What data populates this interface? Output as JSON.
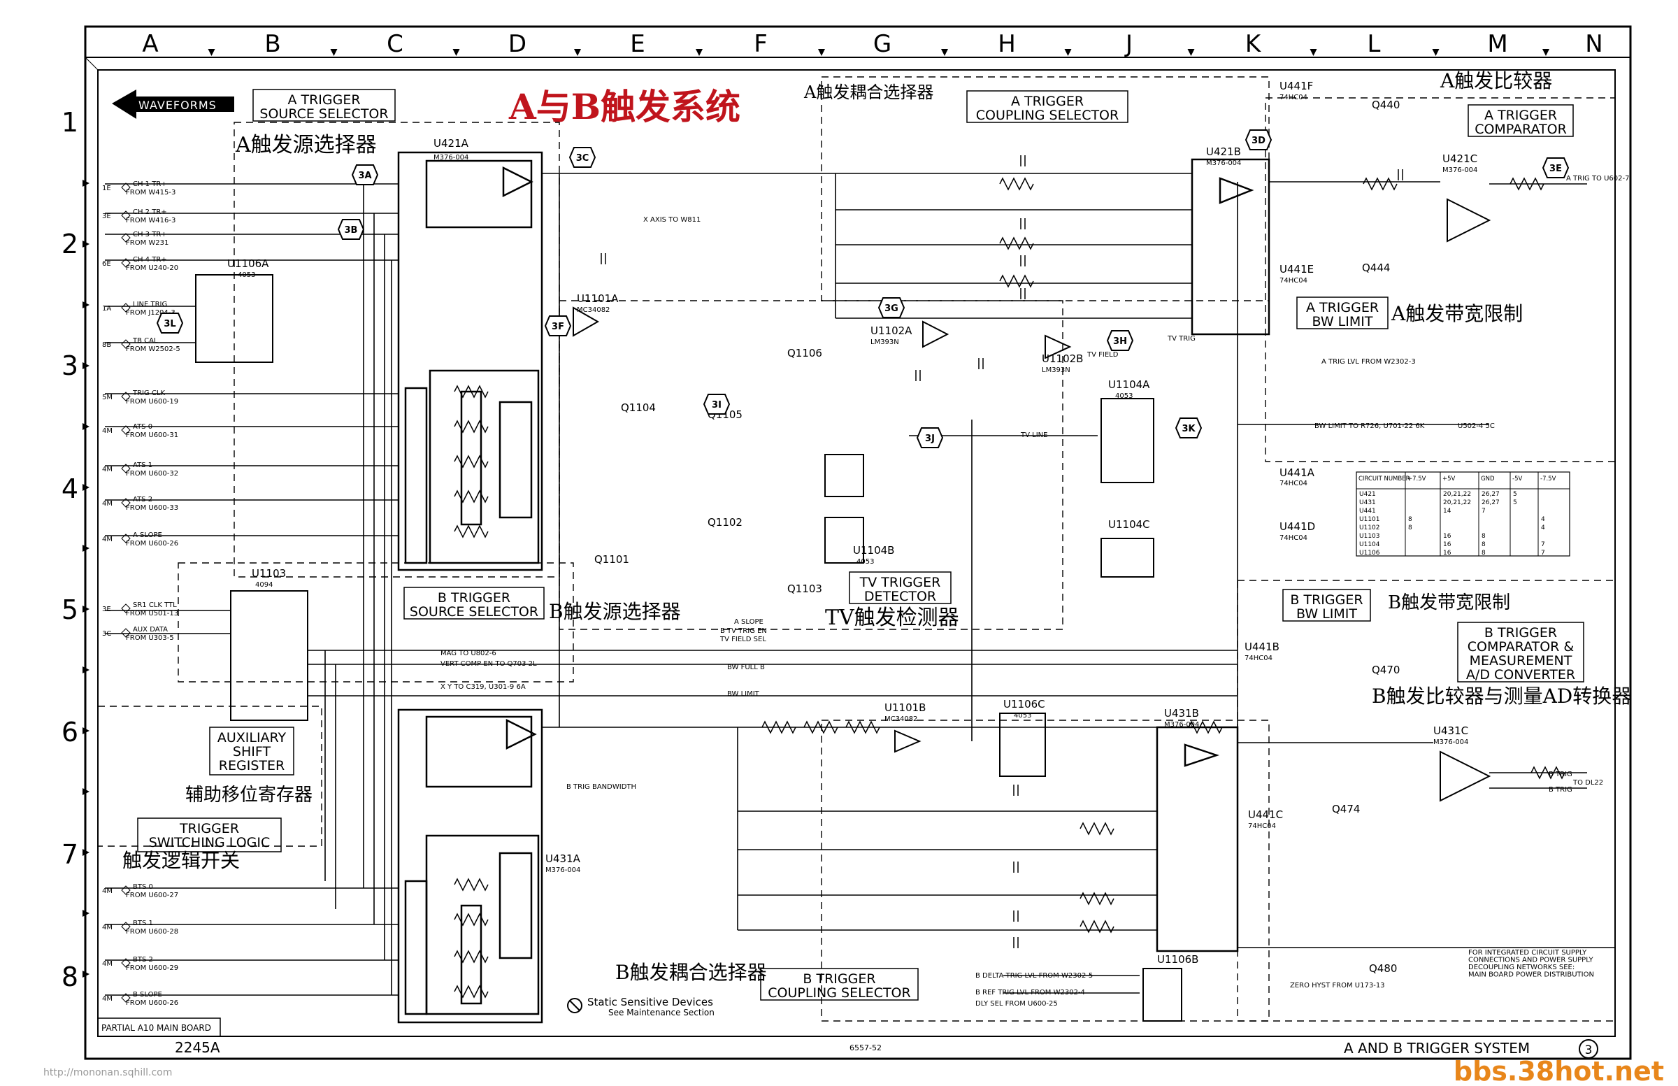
{
  "title_cn": "A与B触发系统",
  "columns": [
    "A",
    "B",
    "C",
    "D",
    "E",
    "F",
    "G",
    "H",
    "J",
    "K",
    "L",
    "M",
    "N"
  ],
  "rows": [
    "1",
    "2",
    "3",
    "4",
    "5",
    "6",
    "7",
    "8"
  ],
  "waveforms_label": "WAVEFORMS",
  "sections": {
    "a_source": {
      "en": "A TRIGGER\nSOURCE SELECTOR",
      "cn": "A触发源选择器"
    },
    "a_coupling": {
      "en": "A TRIGGER\nCOUPLING SELECTOR",
      "cn": "A触发耦合选择器"
    },
    "a_comparator": {
      "en": "A TRIGGER\nCOMPARATOR",
      "cn": "A触发比较器"
    },
    "a_bw": {
      "en": "A TRIGGER\nBW LIMIT",
      "cn": "A触发带宽限制"
    },
    "b_source": {
      "en": "B TRIGGER\nSOURCE SELECTOR",
      "cn": "B触发源选择器"
    },
    "tv_detector": {
      "en": "TV TRIGGER\nDETECTOR",
      "cn": "TV触发检测器"
    },
    "b_bw": {
      "en": "B TRIGGER\nBW LIMIT",
      "cn": "B触发带宽限制"
    },
    "b_comparator": {
      "en": "B TRIGGER\nCOMPARATOR &\nMEASUREMENT\nA/D CONVERTER",
      "cn": "B触发比较器与测量AD转换器"
    },
    "aux_shift": {
      "en": "AUXILIARY\nSHIFT\nREGISTER",
      "cn": "辅助移位寄存器"
    },
    "switching_logic": {
      "en": "TRIGGER\nSWITCHING LOGIC",
      "cn": "触发逻辑开关"
    },
    "b_coupling": {
      "en": "B TRIGGER\nCOUPLING SELECTOR",
      "cn": "B触发耦合选择器"
    }
  },
  "left_inputs": [
    {
      "pin": "1E",
      "label": "CH 1 TR+",
      "from": "FROM W415-3"
    },
    {
      "pin": "3E",
      "label": "CH 2 TR+",
      "from": "FROM W416-3"
    },
    {
      "pin": "",
      "label": "CH 3 TR+",
      "from": "FROM W231"
    },
    {
      "pin": "6E",
      "label": "CH 4 TR+",
      "from": "FROM U240-20"
    },
    {
      "pin": "1A",
      "label": "LINE TRIG",
      "from": "FROM J1204-3"
    },
    {
      "pin": "8B",
      "label": "TB CAL",
      "from": "FROM W2502-5"
    },
    {
      "pin": "5M",
      "label": "TRIG CLK",
      "from": "FROM U600-19"
    },
    {
      "pin": "4M",
      "label": "ATS 0",
      "from": "FROM U600-31"
    },
    {
      "pin": "4M",
      "label": "ATS 1",
      "from": "FROM U600-32"
    },
    {
      "pin": "4M",
      "label": "ATS 2",
      "from": "FROM U600-33"
    },
    {
      "pin": "4M",
      "label": "A SLOPE",
      "from": "FROM U600-26"
    },
    {
      "pin": "3E",
      "label": "SR1 CLK TTL",
      "from": "FROM U501-13"
    },
    {
      "pin": "3C",
      "label": "AUX DATA",
      "from": "FROM U303-5"
    },
    {
      "pin": "4M",
      "label": "BTS 0",
      "from": "FROM U600-27"
    },
    {
      "pin": "4M",
      "label": "BTS 1",
      "from": "FROM U600-28"
    },
    {
      "pin": "4M",
      "label": "BTS 2",
      "from": "FROM U600-29"
    },
    {
      "pin": "4M",
      "label": "B SLOPE",
      "from": "FROM U600-26"
    }
  ],
  "refs": [
    "U421A",
    "U421B",
    "U421C",
    "U431A",
    "U431B",
    "U431C",
    "U1101A",
    "U1101B",
    "U1102A",
    "U1102B",
    "U1103",
    "U1104A",
    "U1104B",
    "U1104C",
    "U1106A",
    "U1106B",
    "U1106C",
    "U441A",
    "U441B",
    "U441C",
    "U441D",
    "U441E",
    "U441F",
    "Q1101",
    "Q1102",
    "Q1103",
    "Q1104",
    "Q1105",
    "Q1106",
    "Q440",
    "Q444",
    "Q470",
    "Q474",
    "Q480"
  ],
  "part_numbers": {
    "m376": "M376-004",
    "mc34082": "MC34082",
    "lm393n": "LM393N",
    "c4053": "4053",
    "c4094": "4094",
    "hc04": "74HC04"
  },
  "signals": [
    "A SLOPE",
    "B TV TRIG EN",
    "TV FIELD SEL",
    "MAG TO U802-6",
    "VERT COMP EN TO Q703 2L",
    "BW FULL B",
    "BW LIMIT",
    "X Y TO C319, U301-9 6A",
    "X AXIS TO W811",
    "TV LINE",
    "TV FIELD",
    "TV TRIG",
    "B TRIG BANDWIDTH",
    "BW LIMIT TO R726, U701-22 6K",
    "U502-4 5C",
    "A TRIG TO U602-7",
    "B TRIG",
    "B TRIG",
    "TO DL22",
    "A TRIG LVL FROM W2302-3",
    "B DELTA TRIG LVL FROM W2302-5",
    "B REF TRIG LVL FROM W2302-4",
    "DLY SEL FROM U600-25",
    "ZERO HYST FROM U173-13"
  ],
  "callouts": [
    "3A",
    "3B",
    "3C",
    "3D",
    "3E",
    "3F",
    "3G",
    "3H",
    "3I",
    "3J",
    "3K",
    "3L"
  ],
  "supply_table": {
    "headers": [
      "CIRCUIT NUMBER",
      "+7.5V",
      "+5V",
      "GND",
      "-5V",
      "-7.5V"
    ],
    "rows": [
      [
        "U421",
        "",
        "20,21,22",
        "26,27",
        "5",
        ""
      ],
      [
        "U431",
        "",
        "20,21,22",
        "26,27",
        "5",
        ""
      ],
      [
        "U441",
        "",
        "14",
        "7",
        "",
        ""
      ],
      [
        "U1101",
        "8",
        "",
        "",
        "",
        "4"
      ],
      [
        "U1102",
        "8",
        "",
        "",
        "",
        "4"
      ],
      [
        "U1103",
        "",
        "16",
        "8",
        "",
        ""
      ],
      [
        "U1104",
        "",
        "16",
        "8",
        "",
        "7"
      ],
      [
        "U1106",
        "",
        "16",
        "8",
        "",
        "7"
      ]
    ]
  },
  "notes": {
    "static": "Static Sensitive Devices",
    "maintenance": "See Maintenance Section",
    "board": "PARTIAL A10 MAIN BOARD",
    "model": "2245A",
    "drawing": "6557-52",
    "footer_title": "A AND B TRIGGER SYSTEM",
    "footer_num": "3",
    "power_note": "FOR INTEGRATED CIRCUIT SUPPLY\nCONNECTIONS AND POWER SUPPLY\nDECOUPLING NETWORKS SEE:\nMAIN BOARD POWER DISTRIBUTION",
    "watermark_left": "http://mononan.sqhill.com",
    "watermark_right": "bbs.38hot.net"
  },
  "colors": {
    "ink": "#000000",
    "title_red": "#c0141c",
    "watermark": "#e8861a"
  }
}
